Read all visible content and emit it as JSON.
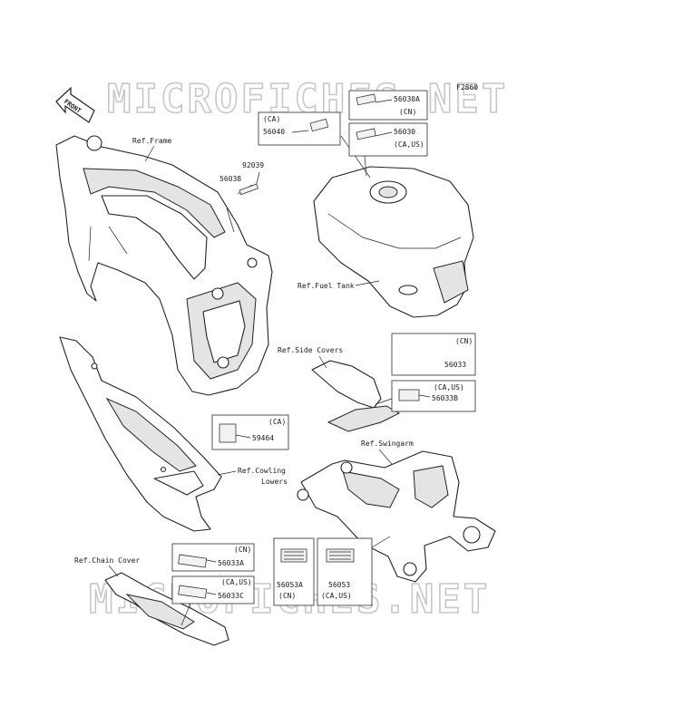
{
  "watermark": {
    "text": "MICROFICHES.NET"
  },
  "figure_code": "F2860",
  "front_arrow": {
    "text": "FRONT"
  },
  "references": {
    "frame": "Ref.Frame",
    "fuel_tank": "Ref.Fuel Tank",
    "side_covers": "Ref.Side Covers",
    "swingarm": "Ref.Swingarm",
    "cowling_line1": "Ref.Cowling",
    "cowling_line2": "Lowers",
    "chain_cover": "Ref.Chain Cover"
  },
  "parts": {
    "p92039": "92039",
    "p56038": "56038",
    "p56040": {
      "region": "(CA)",
      "number": "56040"
    },
    "p56030A": {
      "number": "56030A",
      "region": "(CN)"
    },
    "p56030": {
      "number": "56030",
      "region": "(CA,US)"
    },
    "p56033": {
      "region": "(CN)",
      "number": "56033"
    },
    "p56033B": {
      "region": "(CA,US)",
      "number": "56033B"
    },
    "p59464": {
      "region": "(CA)",
      "number": "59464"
    },
    "p56033A": {
      "region": "(CN)",
      "number": "56033A"
    },
    "p56033C": {
      "region": "(CA,US)",
      "number": "56033C"
    },
    "p56053A": {
      "number": "56053A",
      "region": "(CN)"
    },
    "p56053": {
      "number": "56053",
      "region": "(CA,US)"
    }
  },
  "colors": {
    "line": "#222222",
    "watermark": "#c8c8c8"
  }
}
